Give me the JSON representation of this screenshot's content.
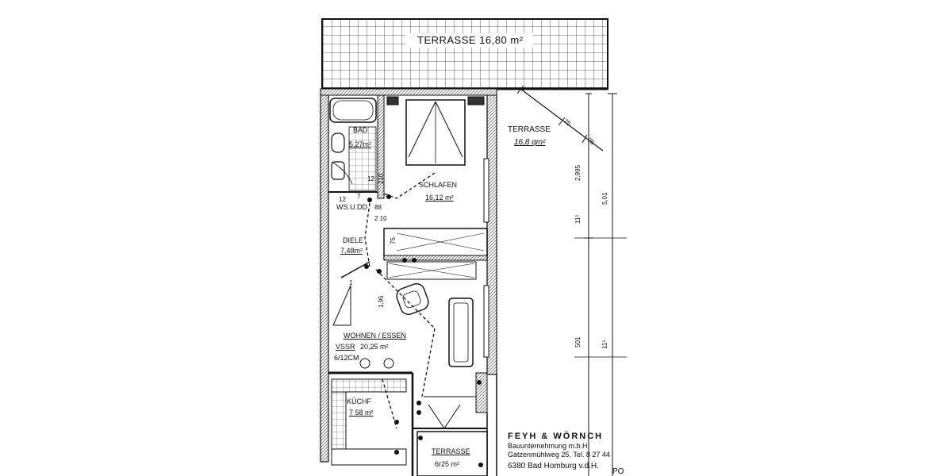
{
  "rooms": {
    "terrasse_top": "TERRASSE 16,80 m²",
    "terrasse_right_name": "TERRASSE",
    "terrasse_right_area": "16,8 qm²",
    "bad_name": "BAD",
    "bad_area": "5,27m²",
    "schlafen_name": "SCHLAFEN",
    "schlafen_area": "16,12 m²",
    "ws_label": "WS.U.DD",
    "diele_name": "DIELE",
    "diele_area": "7,48m²",
    "wohnen_name": "WOHNEN / ESSEN",
    "wohnen_area": "20,25 m²",
    "vssr": "VSSR",
    "vssr_cm": "6/12CM",
    "kueche_name": "KÜCHF",
    "kueche_area": "7 58 m²",
    "terrasse_bottom_name": "TERRASSE",
    "terrasse_bottom_area": "6r25 m²"
  },
  "dimensions": {
    "d_75a": "75",
    "d_75b": "75",
    "d_2995": "2,995",
    "d_501a": "5,01",
    "d_115a": "11⁵",
    "d_501b": "501",
    "d_115b": "11⁵",
    "d_12a": "12",
    "d_12b": "12",
    "d_7": "7",
    "d_210": "210",
    "d_88": "88",
    "d_210b": "2 10",
    "d_75c": "75",
    "d_195": "1,95",
    "d_1": "1"
  },
  "company": {
    "name": "FEYH & WÖRNCH",
    "line1": "Bauunternehmung m.b.H.",
    "line2": "Gatzenmühlweg 25, Tel. 8 27 44",
    "city": "6380 Bad Homburg v.d.H.",
    "mark": "PO"
  }
}
